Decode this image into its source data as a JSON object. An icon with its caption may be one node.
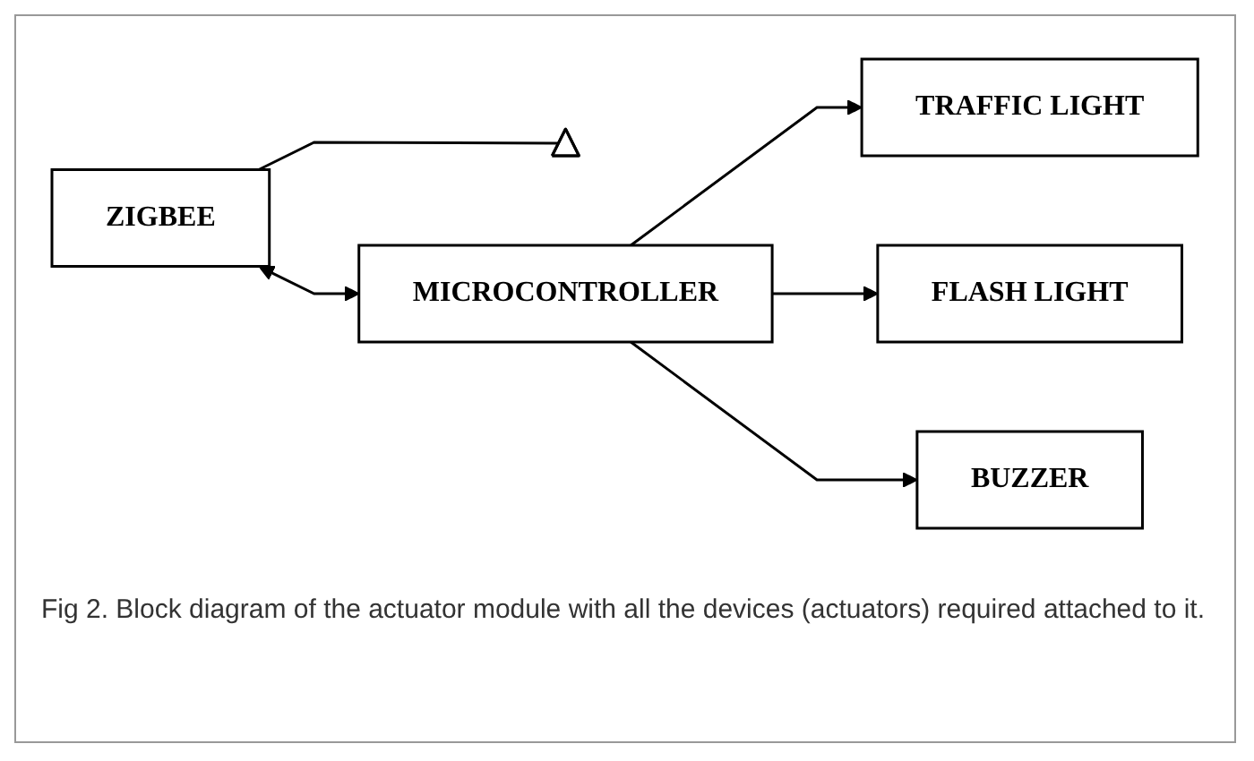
{
  "diagram": {
    "caption": "Fig 2. Block diagram of the actuator module with all the devices (actuators) required attached to it.",
    "nodes": [
      {
        "text": [
          "TRAFFIC LIGHT"
        ]
      },
      {
        "text": [],
        "shape": "triangle"
      },
      {
        "text": [
          "ZIGBEE"
        ]
      },
      {
        "text": [
          "MICROCONTROLLER"
        ]
      },
      {
        "text": [
          "FLASH LIGHT"
        ]
      },
      {
        "text": [
          "BUZZER"
        ]
      }
    ],
    "edges": [
      {
        "from": 2,
        "to": 1,
        "arrow": "none"
      },
      {
        "from": 2,
        "to": 3,
        "arrow": "both"
      },
      {
        "from": 3,
        "to": 0,
        "arrow": "to"
      },
      {
        "from": 3,
        "to": 4,
        "arrow": "to"
      },
      {
        "from": 3,
        "to": 5,
        "arrow": "to"
      }
    ]
  }
}
